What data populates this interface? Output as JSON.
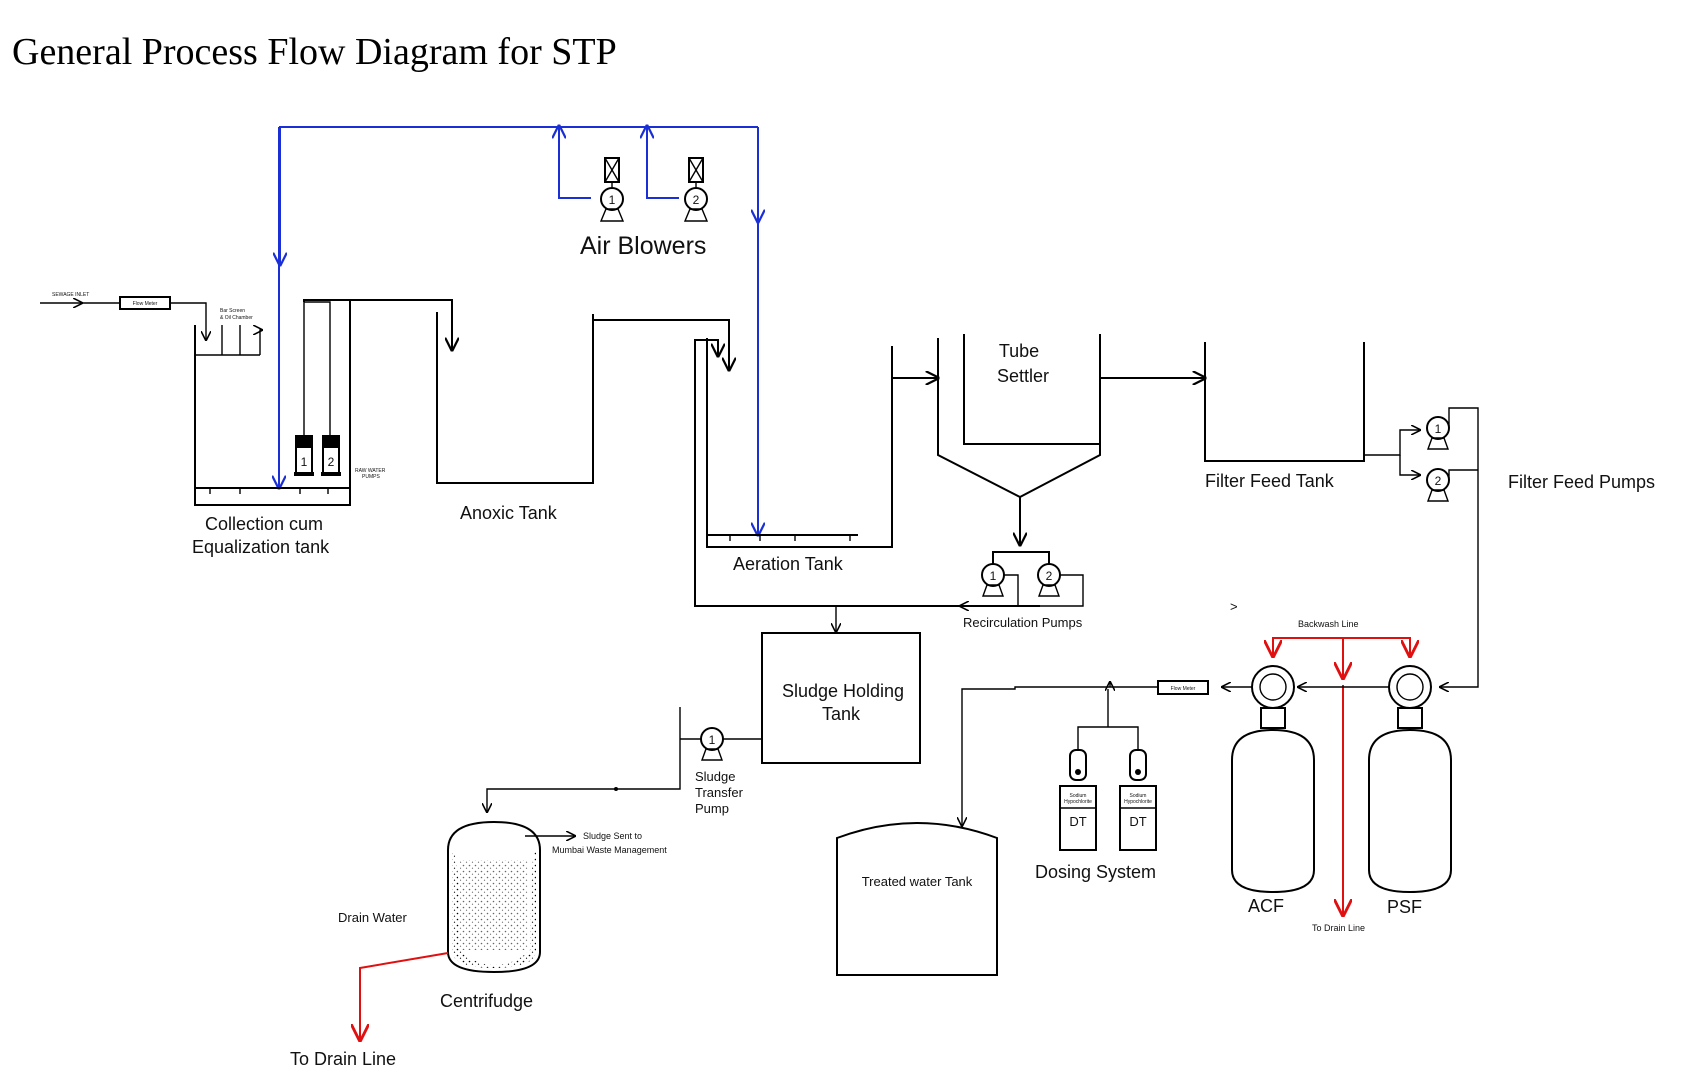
{
  "title": "General Process Flow Diagram for STP",
  "colors": {
    "process_line": "#000000",
    "air_line": "#1a2fd6",
    "drain_line": "#e01010"
  },
  "labels": {
    "air_blowers": "Air Blowers",
    "sewage_inlet": "SEWAGE INLET",
    "flow_meter": "Flow Meter",
    "bar_screen_1": "Bar Screen",
    "bar_screen_2": "& Oil Chamber",
    "raw_water_pumps_1": "RAW WATER",
    "raw_water_pumps_2": "PUMPS",
    "collection_1": "Collection cum",
    "collection_2": "Equalization tank",
    "anoxic_tank": "Anoxic Tank",
    "aeration_tank": "Aeration Tank",
    "tube_settler_1": "Tube",
    "tube_settler_2": "Settler",
    "recirculation_pumps": "Recirculation Pumps",
    "filter_feed_tank": "Filter Feed Tank",
    "filter_feed_pumps": "Filter Feed Pumps",
    "backwash_line": "Backwash Line",
    "acf": "ACF",
    "psf": "PSF",
    "to_drain_line_small": "To Drain Line",
    "sludge_holding_1": "Sludge Holding",
    "sludge_holding_2": "Tank",
    "sludge_transfer_1": "Sludge",
    "sludge_transfer_2": "Transfer",
    "sludge_transfer_3": "Pump",
    "sludge_sent_1": "Sludge Sent to",
    "sludge_sent_2": "Mumbai Waste Management",
    "drain_water": "Drain Water",
    "centrifudge": "Centrifudge",
    "to_drain_line": "To Drain Line",
    "treated_water_tank": "Treated water Tank",
    "dosing_system": "Dosing System",
    "dt": "DT",
    "sodium_1": "Sodium",
    "sodium_2": "Hypochlorite",
    "stray_mark": ">"
  },
  "pump_numbers": {
    "one": "1",
    "two": "2"
  }
}
